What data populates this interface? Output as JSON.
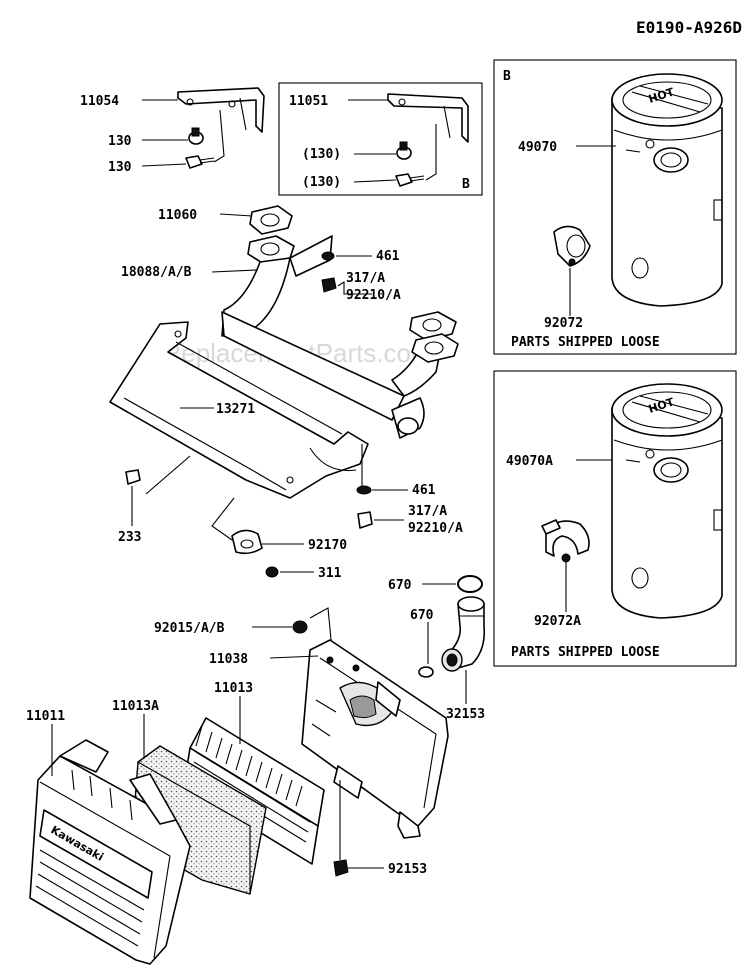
{
  "diagram_code": "E0190-A926D",
  "watermark": "eReplacementParts.com",
  "boxes": {
    "bracket_box_letter": "B",
    "muffler_box_letter": "B",
    "parts_shipped_loose_1": "PARTS SHIPPED LOOSE",
    "parts_shipped_loose_2": "PARTS SHIPPED LOOSE"
  },
  "labels": {
    "p11054": "11054",
    "p130a": "130",
    "p130b": "130",
    "p11051": "11051",
    "p130c": "(130)",
    "p130d": "(130)",
    "p11060": "11060",
    "p18088": "18088/A/B",
    "p461a": "461",
    "p317a": "317/A",
    "p92210a": "92210/A",
    "p13271": "13271",
    "p233": "233",
    "p461b": "461",
    "p317b": "317/A",
    "p92210b": "92210/A",
    "p92170": "92170",
    "p311": "311",
    "p49070": "49070",
    "p92072": "92072",
    "p49070A": "49070A",
    "p92072A": "92072A",
    "p670a": "670",
    "p670b": "670",
    "p92015": "92015/A/B",
    "p11038": "11038",
    "p11011": "11011",
    "p11013A": "11013A",
    "p11013": "11013",
    "p32153": "32153",
    "p92153": "92153"
  },
  "parts": {
    "brand_plate": "Kawasaki",
    "cap_text": "HOT"
  }
}
